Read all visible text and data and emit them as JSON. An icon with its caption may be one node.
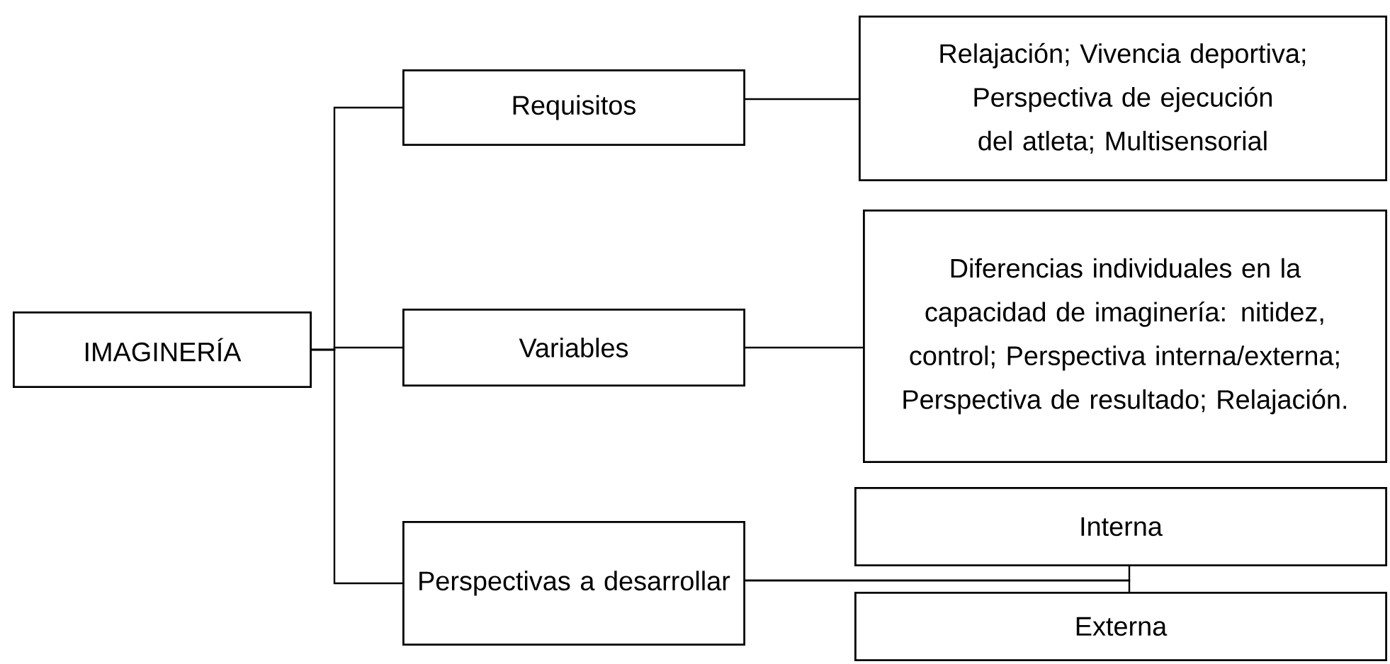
{
  "diagram": {
    "nodes": [
      {
        "text": [
          "IMAGINERÍA"
        ]
      },
      {
        "text": [
          "Requisitos"
        ]
      },
      {
        "text": [
          "Variables"
        ]
      },
      {
        "text": [
          "Perspectivas a desarrollar"
        ]
      },
      {
        "text": [
          "Relajación; Vivencia deportiva; Perspectiva de ejecución del atleta; Multisensorial"
        ]
      },
      {
        "text": [
          "Diferencias individuales en la capacidad de imaginería: nitidez, control; Perspectiva interna/externa; Perspectiva de resultado; Relajación."
        ]
      },
      {
        "text": [
          "Interna"
        ]
      },
      {
        "text": [
          "Externa"
        ]
      }
    ],
    "edges": [
      {
        "from": 0,
        "to": 1,
        "arrow": "none"
      },
      {
        "from": 0,
        "to": 2,
        "arrow": "none"
      },
      {
        "from": 0,
        "to": 3,
        "arrow": "none"
      },
      {
        "from": 1,
        "to": 4,
        "arrow": "none"
      },
      {
        "from": 2,
        "to": 5,
        "arrow": "none"
      },
      {
        "from": 3,
        "to": 6,
        "arrow": "none"
      },
      {
        "from": 3,
        "to": 7,
        "arrow": "none"
      }
    ]
  }
}
